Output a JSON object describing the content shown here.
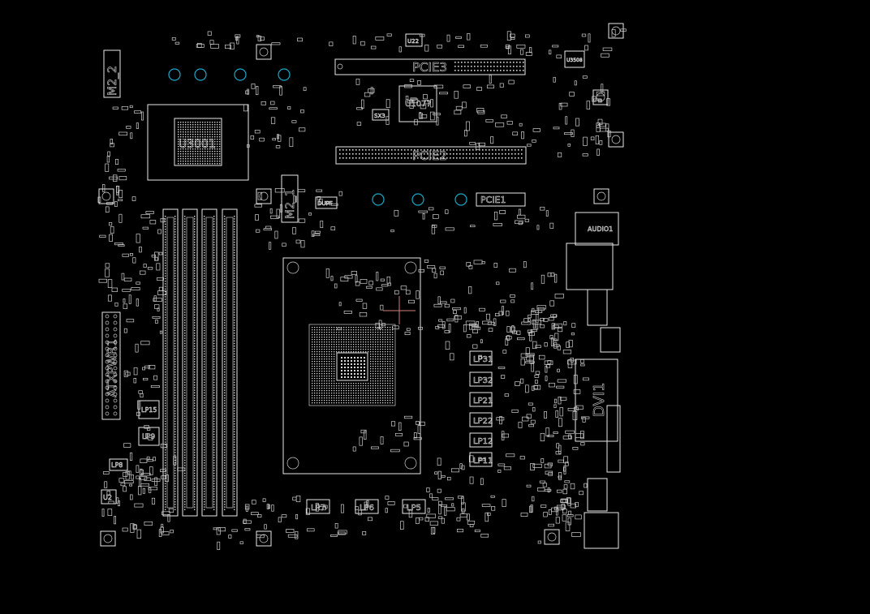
{
  "title": "",
  "colors": {
    "background": "#000000",
    "outline": "#e8e8e8",
    "mounting_hole": "#1aa7c4",
    "cursor": "#d08080"
  },
  "labels": {
    "pcie3": "PCIE3",
    "pcie2": "PCIE2",
    "pcie1": "PCIE1",
    "u1077": "U1077",
    "u22": "U22",
    "u3001": "U3001",
    "u3508": "U3508",
    "m2_2": "M2_2",
    "m2_1": "M2_1",
    "atxpwr1": "ATXPWR1",
    "dvi": "DVI1",
    "audio": "AUDIO1",
    "lp15": "LP15",
    "lp9": "LP9",
    "lp8": "LP8",
    "u2": "U2",
    "lp7": "LP7",
    "lp6": "LP6",
    "lp5": "LP5",
    "lp31": "LP31",
    "lp32": "LP32",
    "lp21": "LP21",
    "lp22": "LP22",
    "lp12": "LP12",
    "lp11": "LP11",
    "sx3": "SX3",
    "dupf": "DUPF"
  }
}
